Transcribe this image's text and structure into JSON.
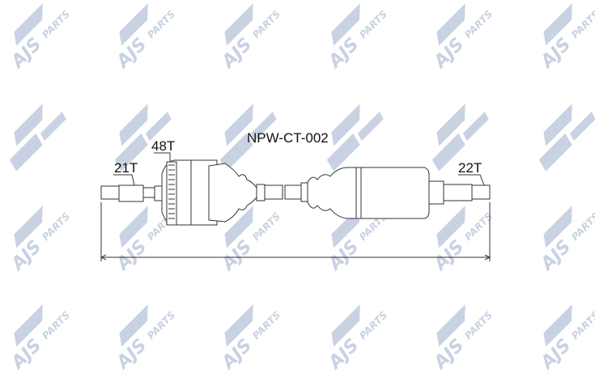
{
  "part_number": "NPW-CT-002",
  "labels": {
    "left_spline": "21T",
    "abs_ring": "48T",
    "right_spline": "22T"
  },
  "watermark": {
    "brand": "AJS",
    "suffix": "PARTS",
    "color": "#c9d2e3"
  }
}
